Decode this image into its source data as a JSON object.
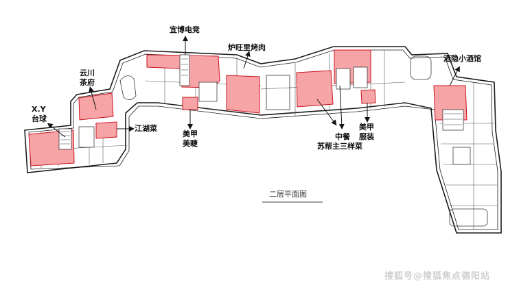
{
  "colors": {
    "tenant": "#f7a4a6",
    "tenant_stroke": "#c8141f",
    "wall": "#1a1a1a",
    "arrow": "#111111"
  },
  "labels": {
    "yibo": "宜博电竞",
    "luwang": "炉旺里烤肉",
    "yunchuan1": "云川",
    "yunchuan2": "茶府",
    "xy1": "X.Y",
    "xy2": "台球",
    "jianghu": "江湖菜",
    "meijia1a": "美甲",
    "meijia1b": "美睫",
    "zhongcan1": "中餐",
    "zhongcan2": "苏帮主三样菜",
    "meijia2a": "美甲",
    "meijia2b": "服装",
    "jiuyin": "酒隐小酒馆"
  },
  "caption": "二层平面图",
  "watermark": "搜狐号@搜狐焦点德阳站"
}
